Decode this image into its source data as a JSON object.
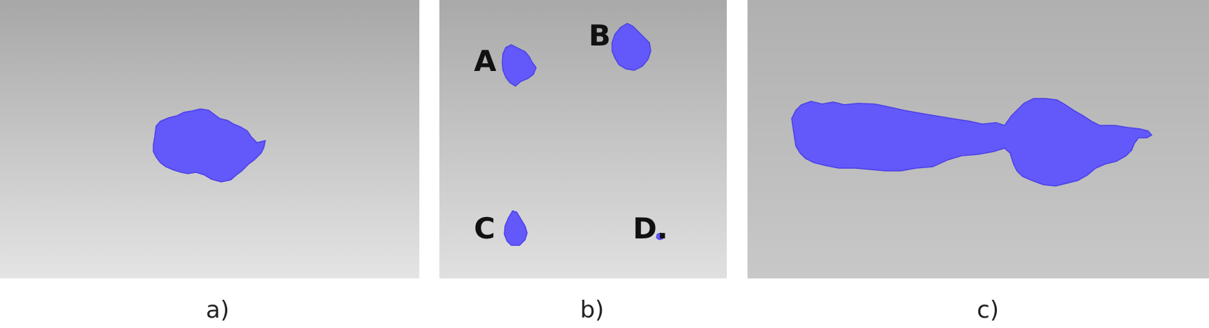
{
  "colors": {
    "blob": "#6358fa",
    "blob_edge": "#4a3fe0",
    "background_top": "#a9a9a9",
    "background_bottom": "#e6e6e6"
  },
  "panels": [
    {
      "id": "a",
      "caption": "a)"
    },
    {
      "id": "b",
      "caption": "b)",
      "markers": [
        "A",
        "B",
        "C",
        "D."
      ]
    },
    {
      "id": "c",
      "caption": "c)"
    }
  ]
}
